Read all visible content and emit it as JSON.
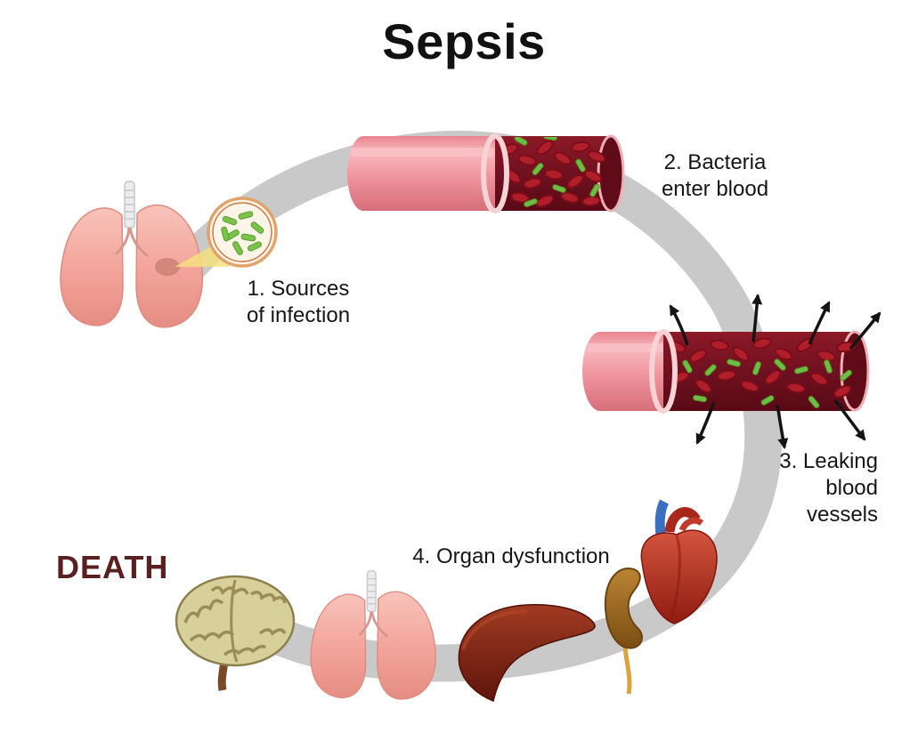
{
  "title": "Sepsis",
  "labels": {
    "step1": "1. Sources\nof infection",
    "step2": "2. Bacteria\nenter blood",
    "step3": "3. Leaking\nblood\nvessels",
    "step4": "4. Organ dysfunction",
    "death": "DEATH"
  },
  "colors": {
    "background": "#ffffff",
    "title_text": "#111111",
    "label_text": "#161616",
    "death_text": "#5a2020",
    "cycle_arrow_gray": "#c9c9c9",
    "vessel_wall_pink": "#f0939c",
    "vessel_interior_red": "#701020",
    "blood_cell_red": "#b01e2a",
    "bacteria_green": "#6fbe44",
    "lungs_pink": "#f2a399",
    "brain_tan": "#d8d09b",
    "liver_dark_red": "#7a2414",
    "kidney_brown": "#a4702a",
    "heart_red": "#b23225",
    "leak_arrow_black": "#141414"
  },
  "icons": [
    "cycle-arrow",
    "lungs-icon",
    "infection-magnifier-icon",
    "bacteria-icon",
    "blood-vessel-icon",
    "leaking-blood-vessel-icon",
    "leak-arrows-icon",
    "heart-icon",
    "kidney-icon",
    "liver-icon",
    "small-lungs-icon",
    "brain-icon"
  ]
}
